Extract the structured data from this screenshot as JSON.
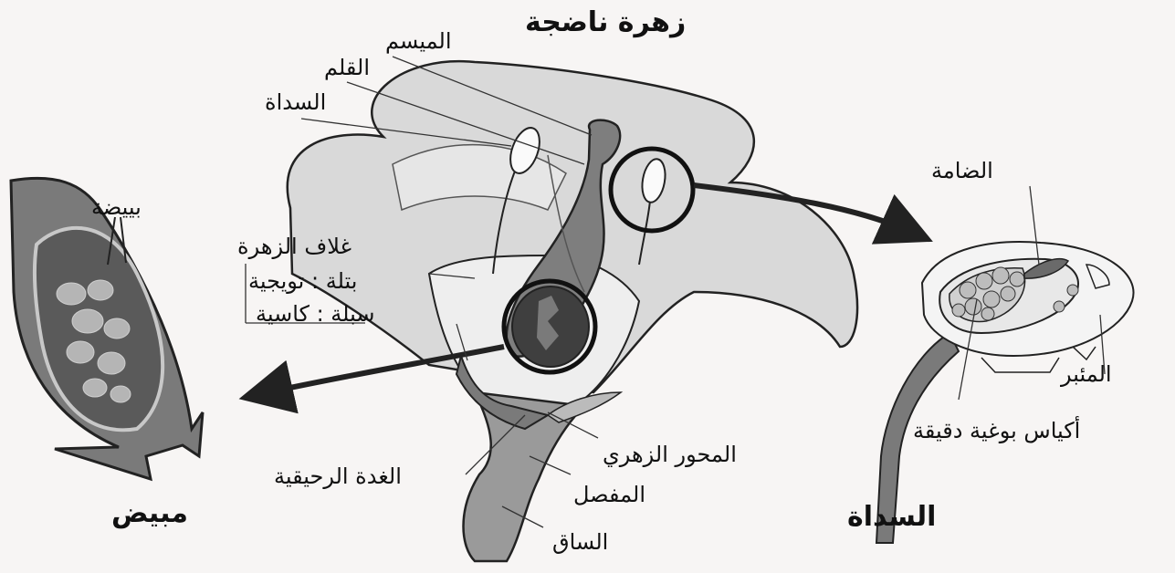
{
  "title": "زهرة ناضجة",
  "flower_labels": {
    "stigma": "الميسم",
    "style": "القلم",
    "stamen": "السداة",
    "perianth": "غلاف الزهرة",
    "petal": "بتلة : تويجية",
    "sepal": "سبلة : كاسية",
    "nectary": "الغدة الرحيقية",
    "receptacle": "المحور الزهري",
    "joint": "المفصل",
    "stem": "الساق"
  },
  "ovary_panel": {
    "caption": "مبيض",
    "ovule": "بييضة"
  },
  "stamen_panel": {
    "caption": "السداة",
    "connective": "الضامة",
    "anther": "المئبر",
    "pollen_sacs": "أكياس بوغية دقيقة"
  },
  "colors": {
    "outline": "#222222",
    "petal_fill": "#d9d9d9",
    "tissue_fill": "#8a8a8a",
    "dark_fill": "#4a4a4a",
    "ovule_fill": "#b7b7b7"
  }
}
